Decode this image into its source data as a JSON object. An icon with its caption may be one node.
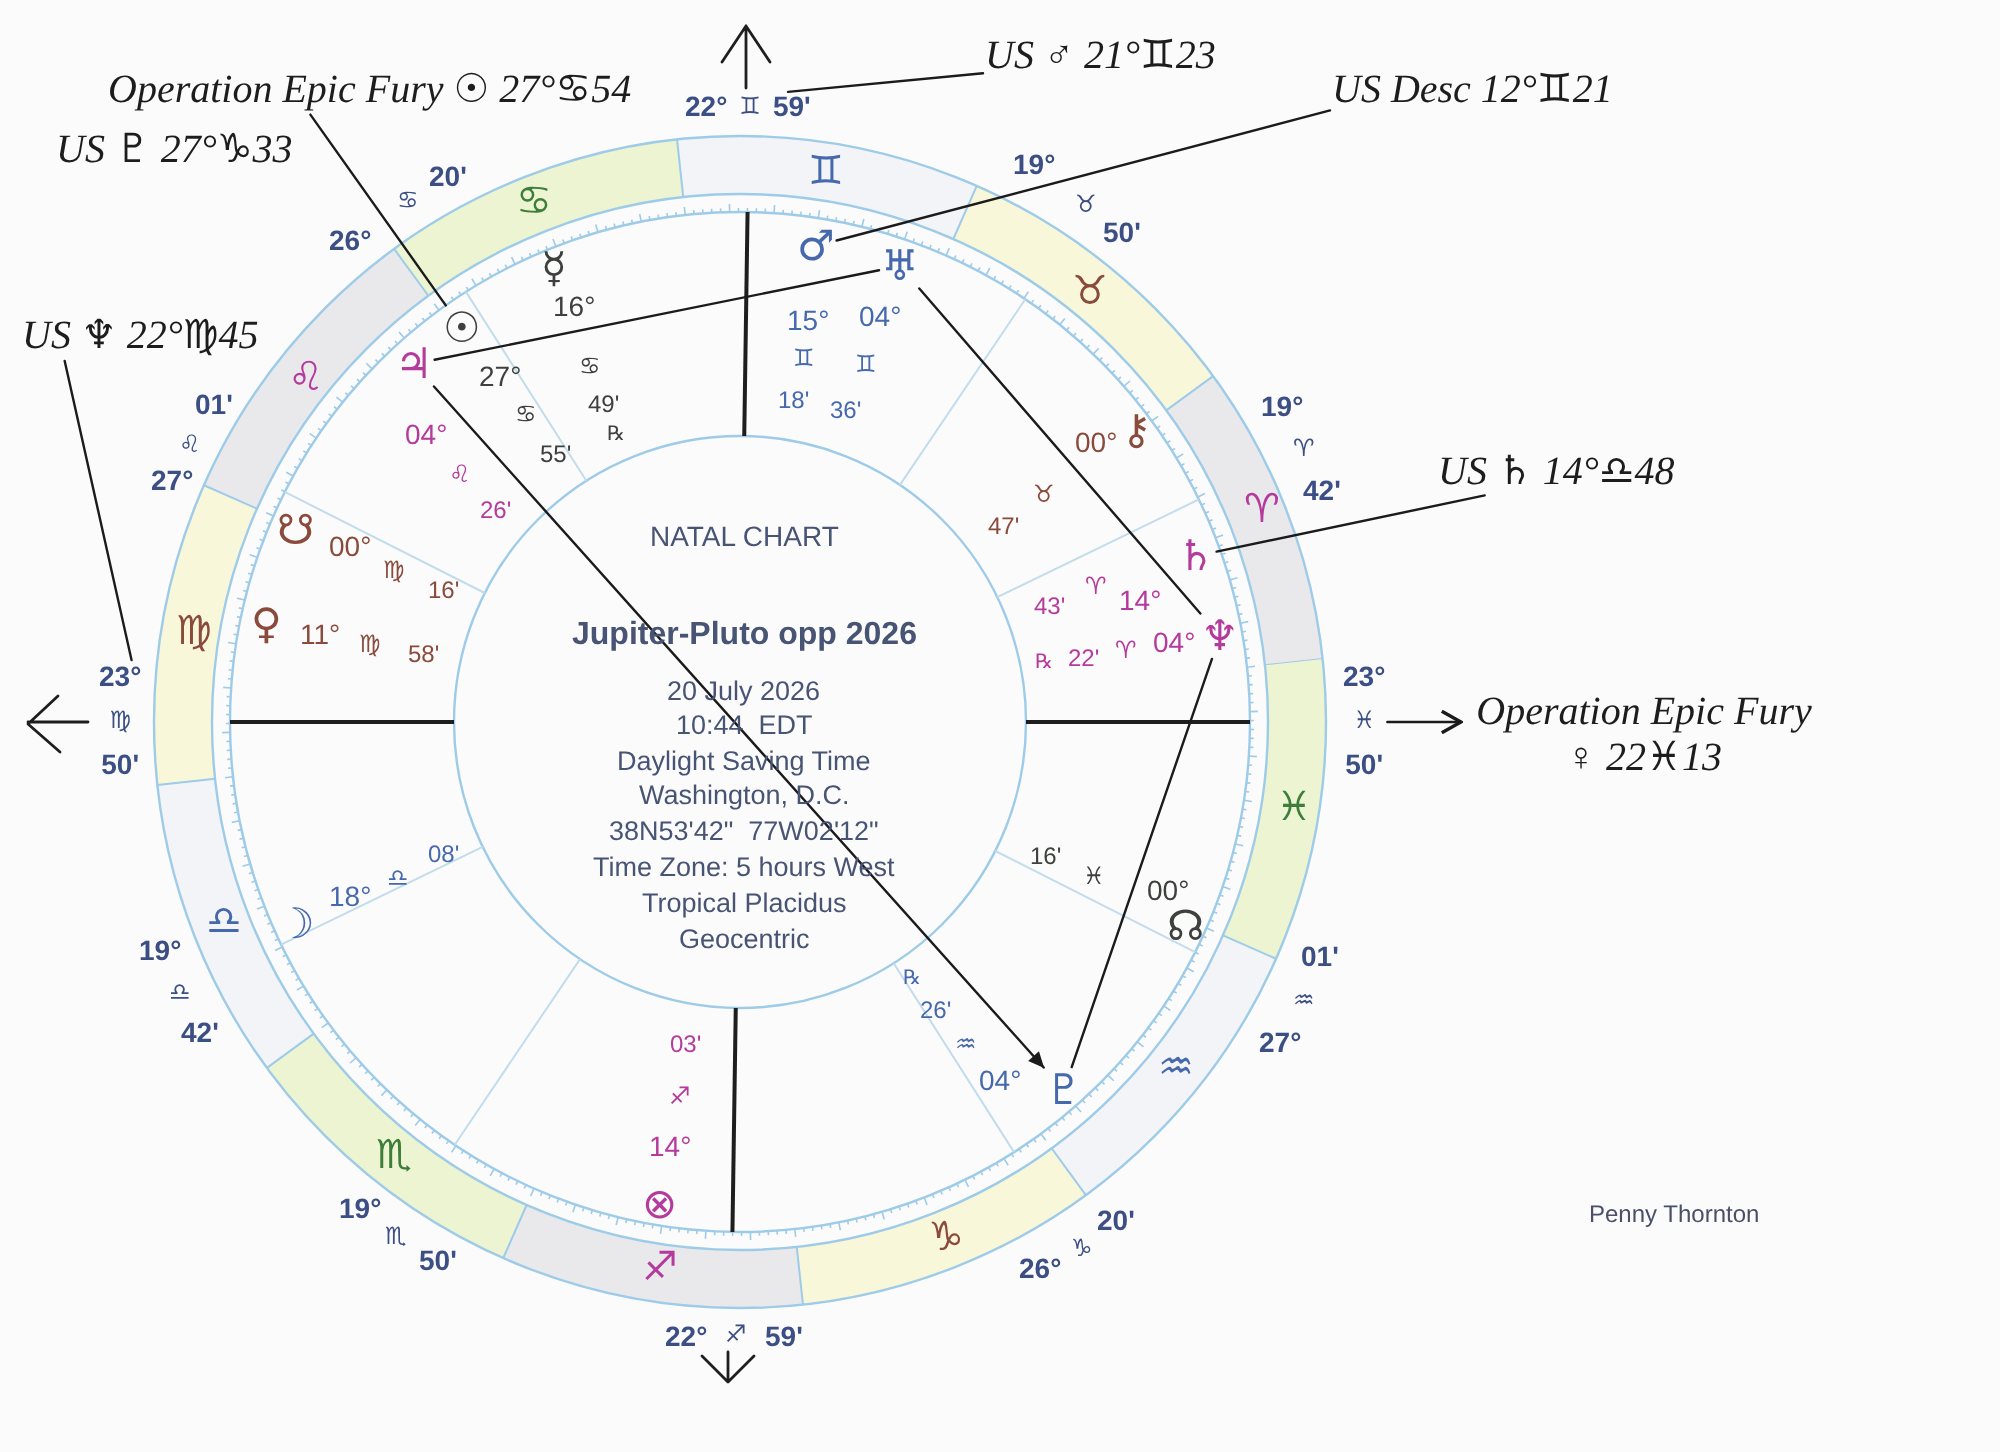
{
  "diagram": {
    "nodes": [
      {
        "text": [
          "Operation Epic Fury ☉ 27°♋54"
        ]
      },
      {
        "text": [
          "US ♂ 21°♊23"
        ]
      },
      {
        "text": [
          "22°",
          "♊",
          "59'"
        ]
      },
      {
        "text": [
          "US Desc 12°♊21"
        ]
      },
      {
        "text": [
          "US ♆ 22°♍45"
        ]
      },
      {
        "text": [
          "☉"
        ],
        "beside": [
          "27°",
          "♋",
          "55'"
        ]
      },
      {
        "text": [
          "♂"
        ],
        "beside": [
          "15°",
          "♊",
          "18'"
        ]
      },
      {
        "text": [
          "♅"
        ],
        "beside": [
          "04°",
          "♊",
          "36'"
        ]
      },
      {
        "text": [
          "♃"
        ],
        "beside": [
          "04°",
          "♌",
          "26'"
        ]
      },
      {
        "text": [
          "US ♄ 14°♎48"
        ]
      },
      {
        "text": [
          "♄"
        ],
        "beside": [
          "14°",
          "♈",
          "43'"
        ]
      },
      {
        "text": [
          "23°",
          "♍",
          "50'"
        ]
      },
      {
        "text": [
          "♆"
        ],
        "beside": [
          "04°",
          "♈",
          "22'",
          "℞"
        ]
      },
      {
        "text": [
          "23°",
          "♓",
          "50'"
        ]
      },
      {
        "text": [
          "Operation Epic Fury ♀ 22♓13"
        ]
      },
      {
        "text": [
          "♇"
        ],
        "beside": [
          "04°",
          "♒",
          "26'",
          "℞"
        ]
      }
    ],
    "edges": [
      {
        "from": 0,
        "to": 5,
        "arrow": "none"
      },
      {
        "from": 1,
        "to": 2,
        "arrow": "none"
      },
      {
        "from": 3,
        "to": 6,
        "arrow": "none"
      },
      {
        "from": 4,
        "to": 11,
        "arrow": "none"
      },
      {
        "from": 8,
        "to": 7,
        "arrow": "none"
      },
      {
        "from": 7,
        "to": 12,
        "arrow": "none"
      },
      {
        "from": 9,
        "to": 10,
        "arrow": "none"
      },
      {
        "from": 8,
        "to": 15,
        "arrow": "to"
      },
      {
        "from": 12,
        "to": 15,
        "arrow": "none"
      },
      {
        "from": 13,
        "to": 14,
        "arrow": "to"
      }
    ],
    "labels": [
      "US ♇ 27°♑33",
      "19°",
      "♉",
      "50'",
      "19°",
      "♈",
      "42'",
      "01'",
      "♒",
      "27°",
      "20'",
      "♑",
      "26°",
      "22°",
      "♐",
      "59'",
      "19°",
      "♏",
      "50'",
      "19°",
      "♎",
      "42'",
      "01'",
      "♌",
      "27°",
      "26°",
      "♋",
      "20'",
      "♊",
      "♉",
      "♈",
      "♓",
      "♒",
      "♑",
      "♐",
      "♏",
      "♎",
      "♍",
      "♌",
      "♋",
      "☿",
      "16°",
      "♋",
      "49'",
      "℞",
      "⚷",
      "00°",
      "♉",
      "47'",
      "☊",
      "00°",
      "♓",
      "16'",
      "⊗",
      "14°",
      "♐",
      "03'",
      "☽",
      "18°",
      "♎",
      "08'",
      "♀",
      "11°",
      "♍",
      "58'",
      "☋",
      "00°",
      "♍",
      "16'",
      "NATAL CHART",
      "Jupiter-Pluto opp 2026",
      "20 July 2026",
      "10:44  EDT",
      "Daylight Saving Time",
      "Washington, D.C.",
      "38N53'42\"  77W02'12\"",
      "Time Zone: 5 hours West",
      "Tropical Placidus",
      "Geocentric",
      "Penny Thornton"
    ]
  }
}
